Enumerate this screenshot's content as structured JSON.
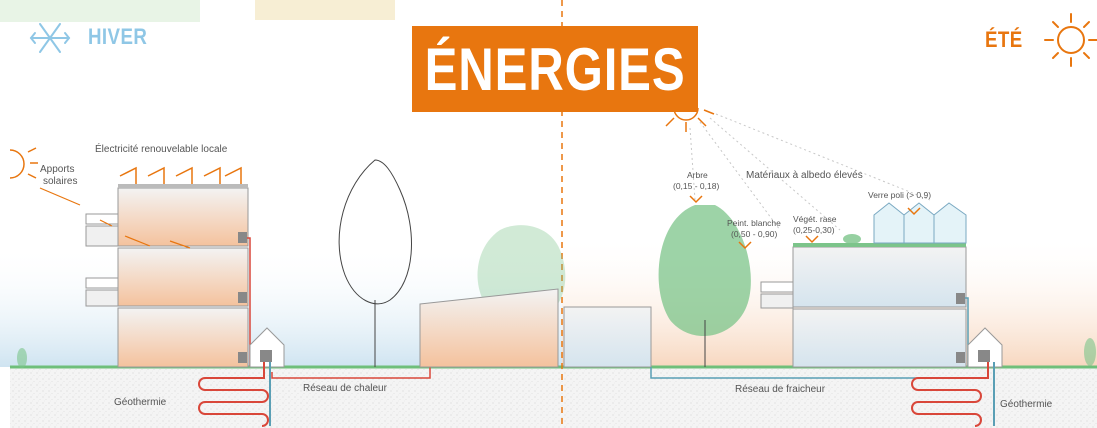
{
  "title": "ÉNERGIES",
  "seasons": {
    "winter": "HIVER",
    "summer": "ÉTÉ"
  },
  "labels": {
    "local_renewable": "Électricité renouvelable locale",
    "solar_gain_line1": "Apports",
    "solar_gain_line2": "solaires",
    "heat_network": "Réseau de chaleur",
    "cooling_network": "Réseau de fraicheur",
    "geothermal_left": "Géothermie",
    "geothermal_right": "Géothermie",
    "high_albedo": "Matériaux à albedo élevés",
    "tree_line1": "Arbre",
    "tree_line2": "(0,15 - 0,18)",
    "white_paint_line1": "Peint. blanche",
    "white_paint_line2": "(0,50 - 0,90)",
    "short_veg_line1": "Végét. rase",
    "short_veg_line2": "(0,25-0,30)",
    "polished_glass": "Verre poli (> 0,9)"
  },
  "colors": {
    "accent_orange": "#e8760f",
    "winter_blue": "#8fc7e6",
    "heat_red": "#d9473a",
    "cool_teal": "#5a9fb5",
    "vegetation_green": "#7cc48a"
  }
}
